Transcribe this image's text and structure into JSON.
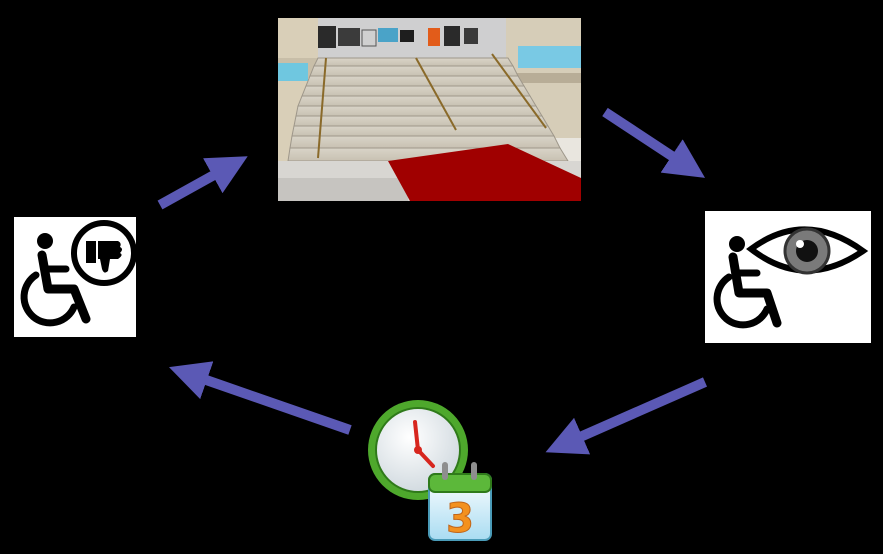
{
  "diagram": {
    "type": "cycle",
    "nodes": [
      {
        "id": "virtual-staircase-scene",
        "icon": "virtual-world-staircase-image"
      },
      {
        "id": "wheelchair-observe",
        "icon": "wheelchair-eye-icon"
      },
      {
        "id": "time-scheduling",
        "icon": "clock-calendar-icon"
      },
      {
        "id": "wheelchair-dislike",
        "icon": "wheelchair-thumbs-down-icon"
      }
    ],
    "edges": [
      {
        "from": "virtual-staircase-scene",
        "to": "wheelchair-observe"
      },
      {
        "from": "wheelchair-observe",
        "to": "time-scheduling"
      },
      {
        "from": "time-scheduling",
        "to": "wheelchair-dislike"
      },
      {
        "from": "wheelchair-dislike",
        "to": "virtual-staircase-scene"
      }
    ]
  },
  "calendar": {
    "day": "3"
  },
  "colors": {
    "background": "#000000",
    "arrow": "#5b59b5",
    "carpet": "#a00000",
    "clock_ring": "#4ea82c",
    "calendar_orange": "#f3911f"
  }
}
